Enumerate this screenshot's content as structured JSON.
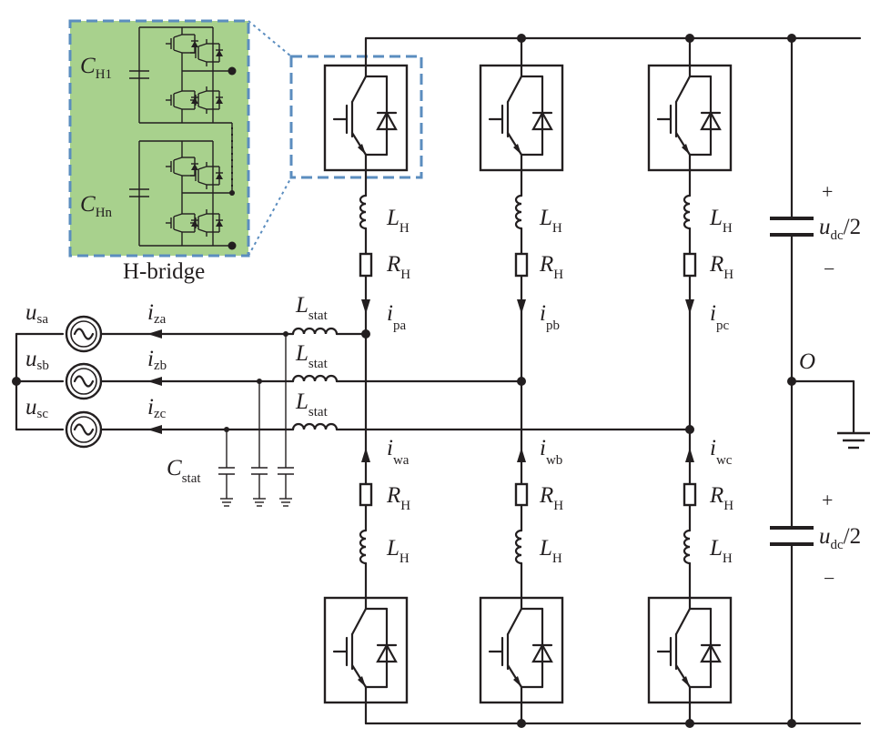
{
  "colors": {
    "wire": "#231f20",
    "inset_fill": "#a8d18d",
    "inset_border": "#5b8dbf"
  },
  "inset": {
    "title": "H-bridge",
    "cap1": {
      "main": "C",
      "sub": "H1"
    },
    "capn": {
      "main": "C",
      "sub": "Hn"
    }
  },
  "legs": [
    {
      "upper": {
        "L": {
          "main": "L",
          "sub": "H"
        },
        "R": {
          "main": "R",
          "sub": "H"
        },
        "i": {
          "main": "i",
          "sub": "pa"
        }
      },
      "lower": {
        "L": {
          "main": "L",
          "sub": "H"
        },
        "R": {
          "main": "R",
          "sub": "H"
        },
        "i": {
          "main": "i",
          "sub": "wa"
        }
      }
    },
    {
      "upper": {
        "L": {
          "main": "L",
          "sub": "H"
        },
        "R": {
          "main": "R",
          "sub": "H"
        },
        "i": {
          "main": "i",
          "sub": "pb"
        }
      },
      "lower": {
        "L": {
          "main": "L",
          "sub": "H"
        },
        "R": {
          "main": "R",
          "sub": "H"
        },
        "i": {
          "main": "i",
          "sub": "wb"
        }
      }
    },
    {
      "upper": {
        "L": {
          "main": "L",
          "sub": "H"
        },
        "R": {
          "main": "R",
          "sub": "H"
        },
        "i": {
          "main": "i",
          "sub": "pc"
        }
      },
      "lower": {
        "L": {
          "main": "L",
          "sub": "H"
        },
        "R": {
          "main": "R",
          "sub": "H"
        },
        "i": {
          "main": "i",
          "sub": "wc"
        }
      }
    }
  ],
  "phases": [
    {
      "u": {
        "main": "u",
        "sub": "sa"
      },
      "iz": {
        "main": "i",
        "sub": "za"
      },
      "Lstat": {
        "main": "L",
        "sub": "stat"
      }
    },
    {
      "u": {
        "main": "u",
        "sub": "sb"
      },
      "iz": {
        "main": "i",
        "sub": "zb"
      },
      "Lstat": {
        "main": "L",
        "sub": "stat"
      }
    },
    {
      "u": {
        "main": "u",
        "sub": "sc"
      },
      "iz": {
        "main": "i",
        "sub": "zc"
      },
      "Lstat": {
        "main": "L",
        "sub": "stat"
      }
    }
  ],
  "cstat": {
    "main": "C",
    "sub": "stat"
  },
  "dc": {
    "upper": {
      "plus": "+",
      "main": "u",
      "sub": "dc",
      "tail": "/2",
      "minus": "−"
    },
    "lower": {
      "plus": "+",
      "main": "u",
      "sub": "dc",
      "tail": "/2",
      "minus": "−"
    },
    "midpoint": "O"
  }
}
